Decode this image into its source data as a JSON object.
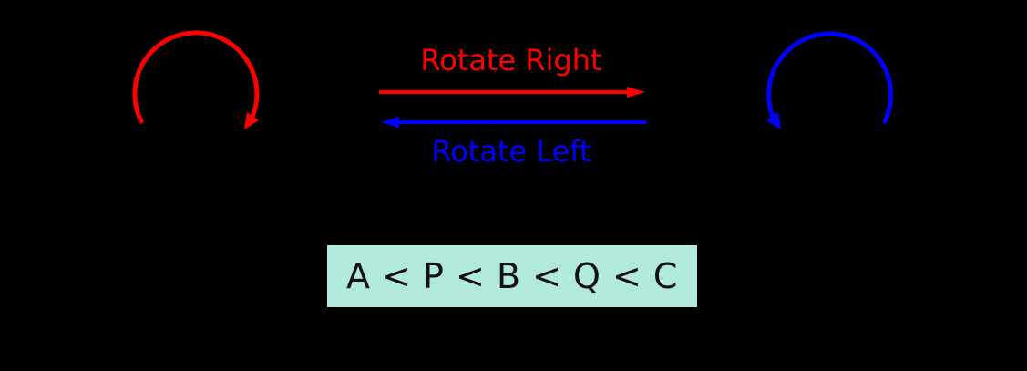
{
  "colors": {
    "background": "#000000",
    "rotate_right": "#ff0000",
    "rotate_left": "#0000ff",
    "order_box_fill": "#b1e9dd",
    "order_text": "#111111"
  },
  "labels": {
    "rotate_right": "Rotate Right",
    "rotate_left": "Rotate Left"
  },
  "ordering": {
    "text": "A < P < B < Q < C"
  }
}
